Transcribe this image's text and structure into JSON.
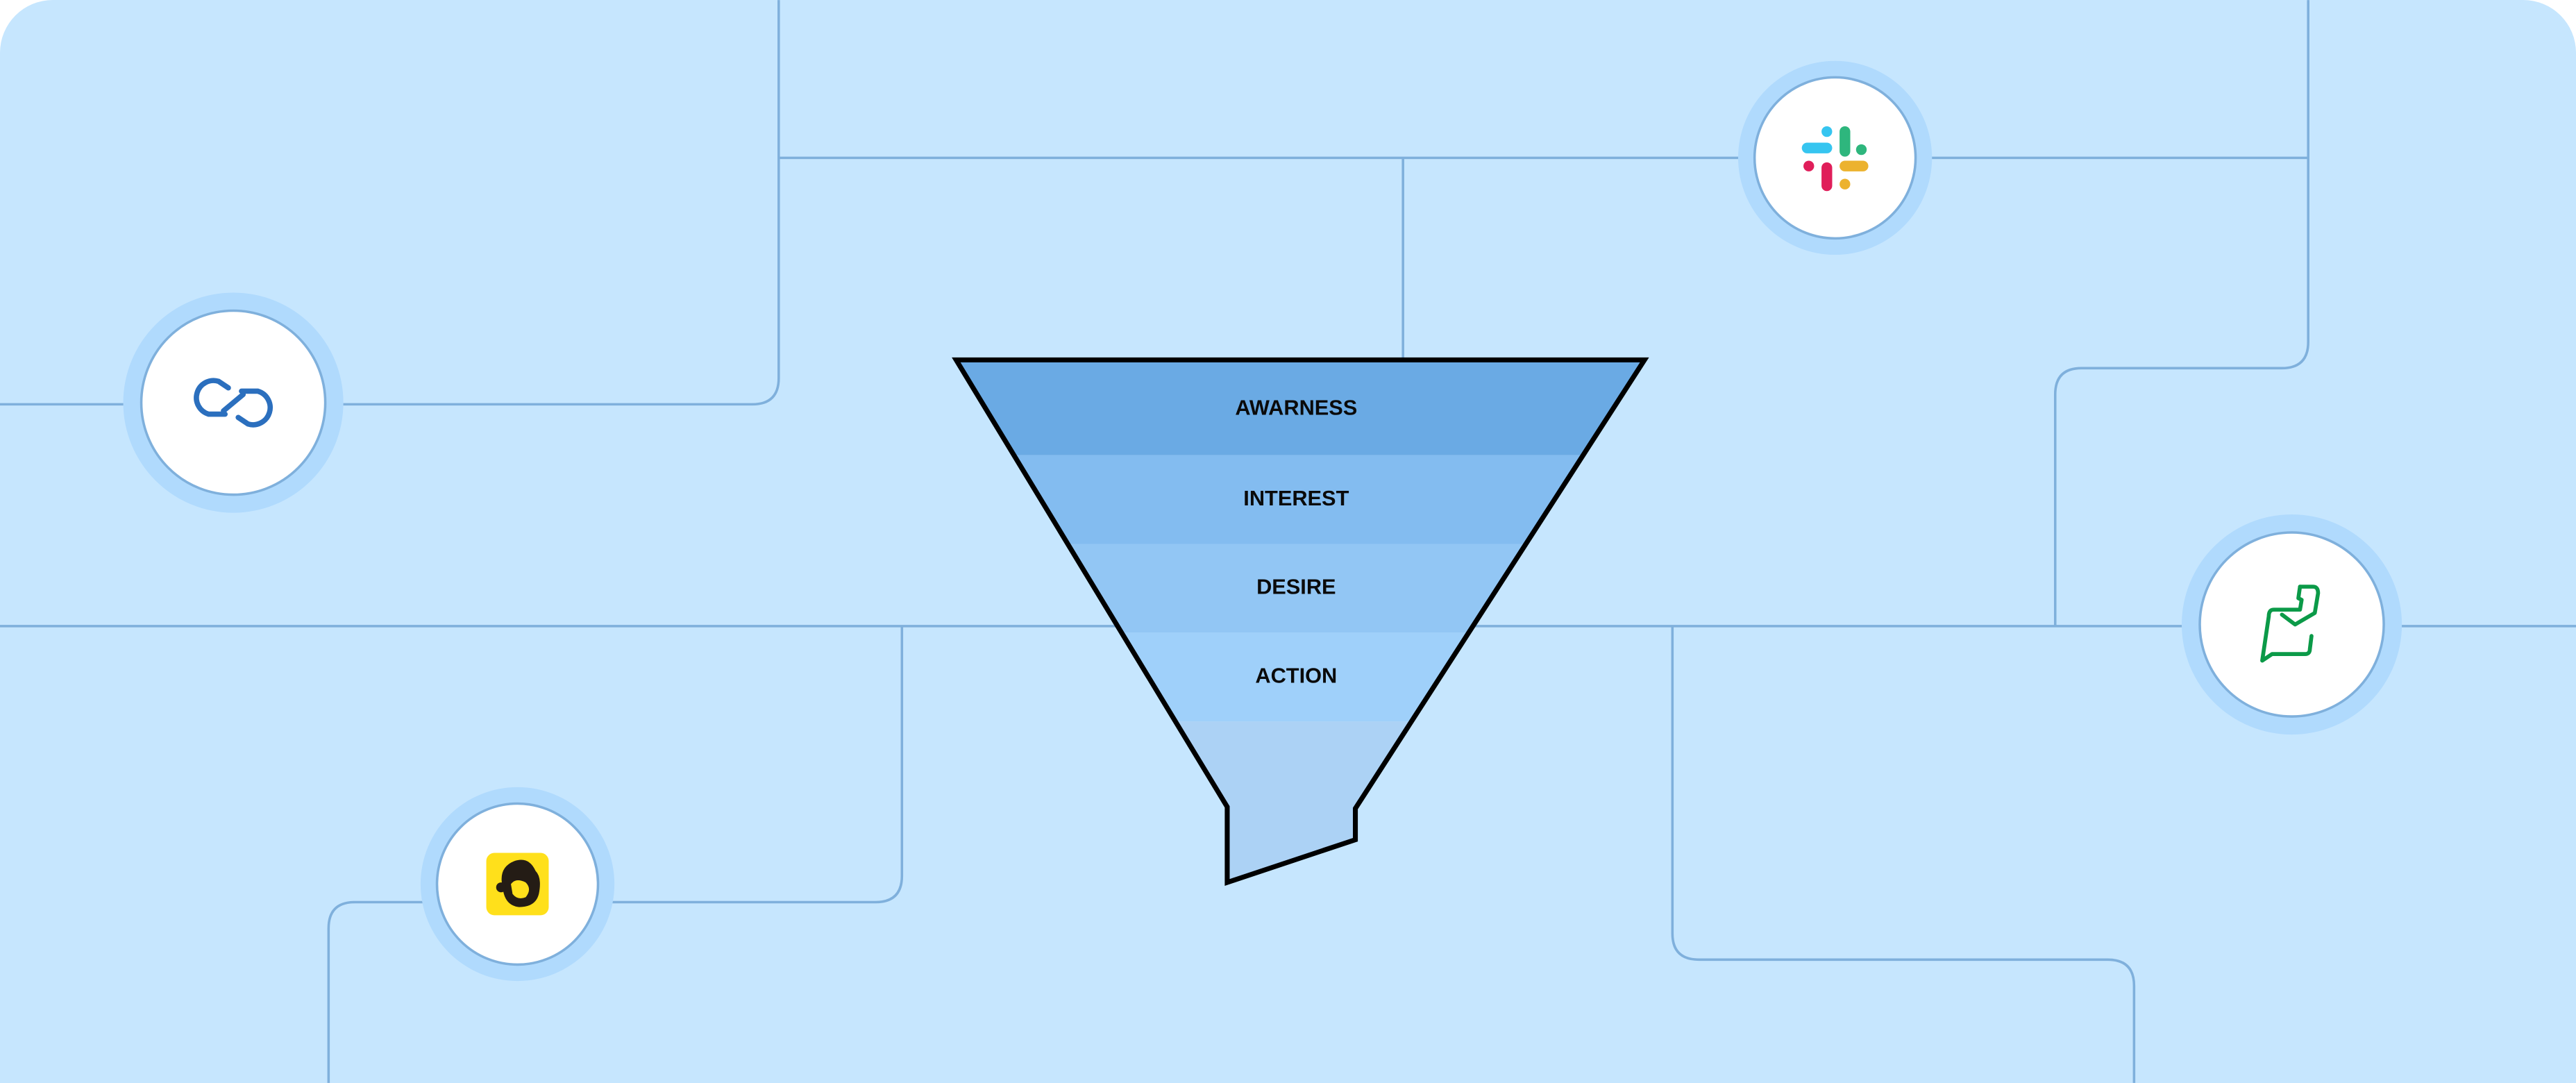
{
  "funnel": {
    "stages": [
      {
        "label": "AWARNESS",
        "color": "#6aaae4"
      },
      {
        "label": "INTEREST",
        "color": "#83bcf0"
      },
      {
        "label": "DESIRE",
        "color": "#92c6f4"
      },
      {
        "label": "ACTION",
        "color": "#9fd0fa"
      },
      {
        "label": "",
        "color": "#acd2f5"
      }
    ]
  },
  "integrations": [
    {
      "name": "zoho-icon",
      "color": "#2b6fbe"
    },
    {
      "name": "slack-icon",
      "colors": [
        "#36c5f0",
        "#2eb67d",
        "#e01e5a",
        "#ecb22e"
      ]
    },
    {
      "name": "chat-check-icon",
      "color": "#0b9a48"
    },
    {
      "name": "mailchimp-icon",
      "color": "#ffe01b"
    }
  ],
  "colors": {
    "background": "#c6e6fe",
    "lines": "#7fb0dc",
    "halo": "#b0dafd"
  }
}
